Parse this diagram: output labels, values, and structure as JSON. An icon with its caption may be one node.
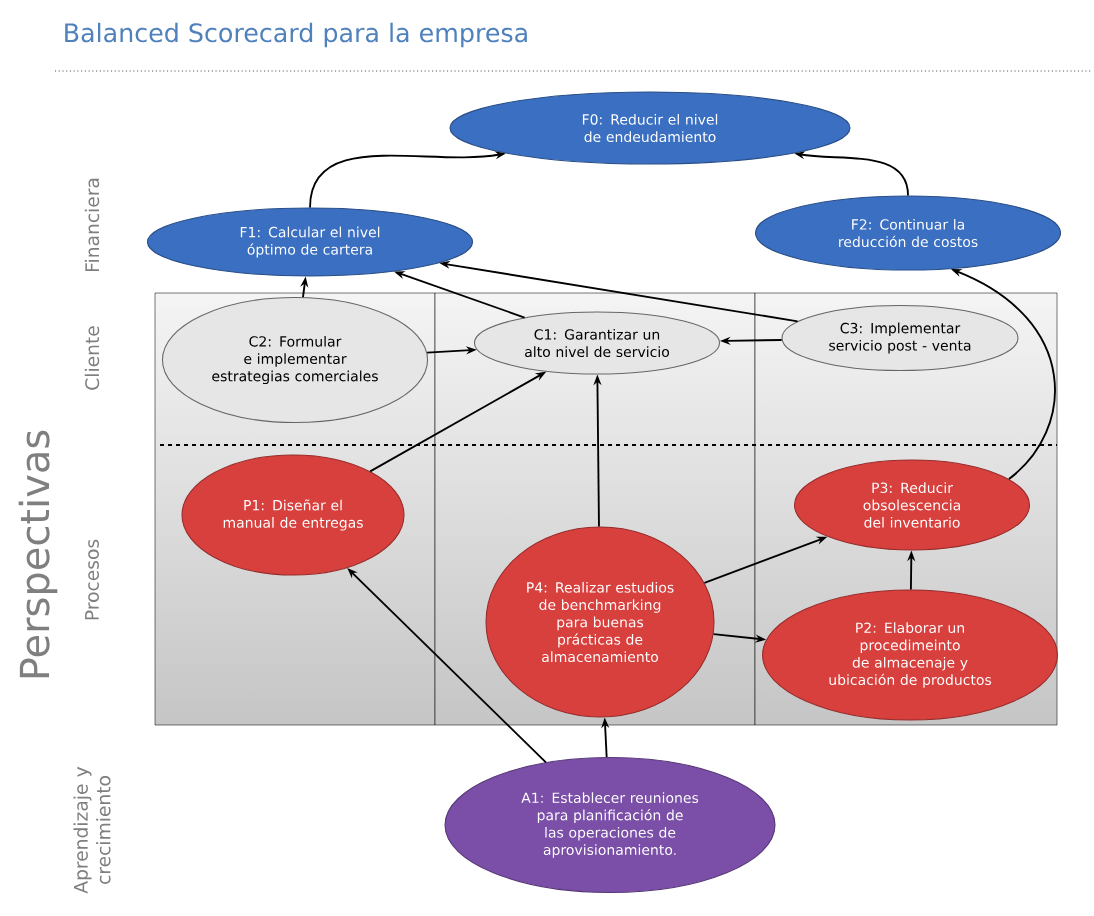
{
  "diagram": {
    "title": "Balanced Scorecard para la empresa",
    "nodes": [
      {
        "text": [
          "F0: Reducir el nivel de endeudamiento"
        ]
      },
      {
        "text": [
          "F1: Calcular el nivel óptimo de cartera"
        ]
      },
      {
        "text": [
          "F2: Continuar la reducción de costos"
        ]
      },
      {
        "text": [
          "C2: Formular e implementar estrategias comerciales"
        ]
      },
      {
        "text": [
          "C1: Garantizar un alto nivel de servicio"
        ]
      },
      {
        "text": [
          "C3: Implementar servicio post - venta"
        ]
      },
      {
        "text": [
          "P1: Diseñar el manual de entregas"
        ]
      },
      {
        "text": [
          "P3: Reducir obsolescencia del inventario"
        ]
      },
      {
        "text": [
          "P4: Realizar estudios de benchmarking para buenas prácticas de almacenamiento"
        ]
      },
      {
        "text": [
          "P2: Elaborar un procedimeinto de almacenaje y ubicación de productos"
        ]
      },
      {
        "text": [
          "A1: Establecer reuniones para planificación de las operaciones de aprovisionamiento."
        ]
      }
    ],
    "edges": [
      {
        "from": 1,
        "to": 0,
        "arrow": "to"
      },
      {
        "from": 2,
        "to": 0,
        "arrow": "to"
      },
      {
        "from": 3,
        "to": 1,
        "arrow": "to"
      },
      {
        "from": 4,
        "to": 1,
        "arrow": "to"
      },
      {
        "from": 5,
        "to": 1,
        "arrow": "to"
      },
      {
        "from": 3,
        "to": 4,
        "arrow": "to"
      },
      {
        "from": 5,
        "to": 4,
        "arrow": "to"
      },
      {
        "from": 6,
        "to": 4,
        "arrow": "to"
      },
      {
        "from": 8,
        "to": 4,
        "arrow": "to"
      },
      {
        "from": 7,
        "to": 2,
        "arrow": "to"
      },
      {
        "from": 8,
        "to": 7,
        "arrow": "to"
      },
      {
        "from": 8,
        "to": 9,
        "arrow": "to"
      },
      {
        "from": 9,
        "to": 7,
        "arrow": "to"
      },
      {
        "from": 10,
        "to": 6,
        "arrow": "to"
      },
      {
        "from": 10,
        "to": 8,
        "arrow": "to"
      }
    ],
    "labels": [
      "Perspectivas",
      "Financiera",
      "Cliente",
      "Procesos",
      "Aprendizaje y crecimiento"
    ]
  }
}
